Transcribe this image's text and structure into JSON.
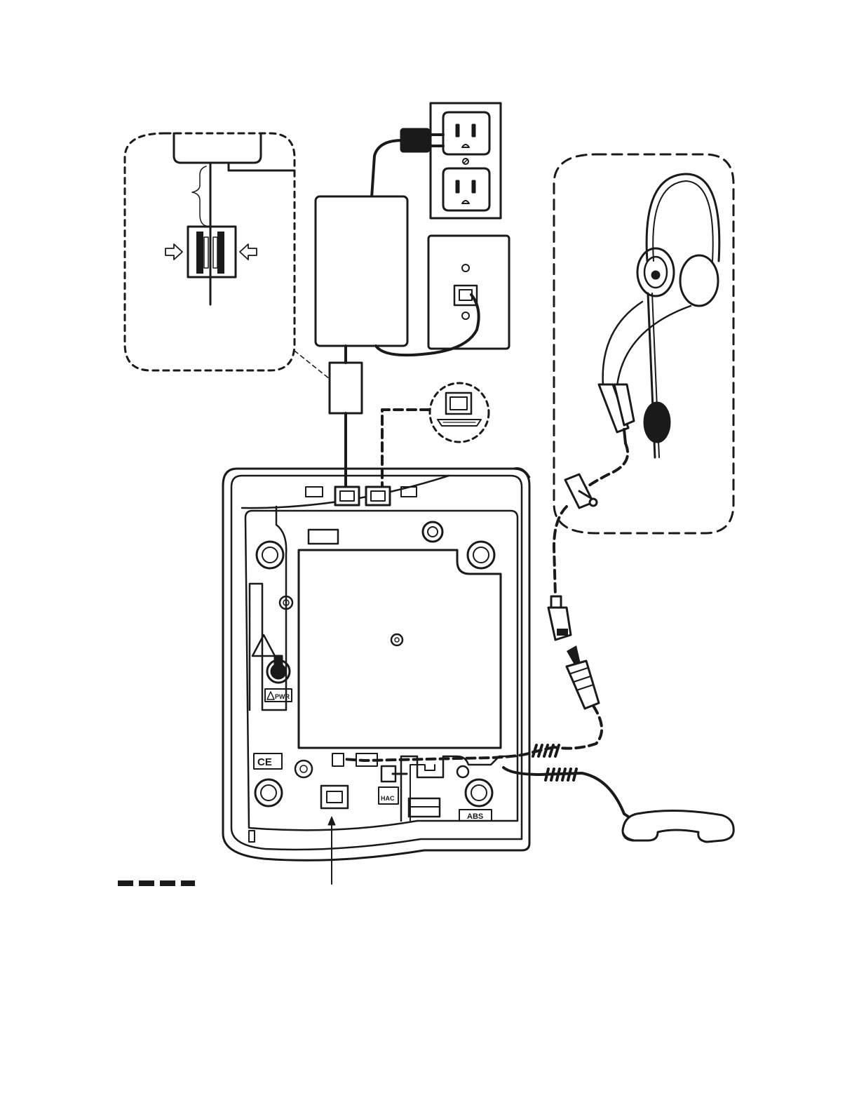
{
  "diagram": {
    "ink_color": "#1a1a1a",
    "background_color": "#ffffff",
    "labels": {
      "pwr": "PWR",
      "hac": "HAC",
      "abs": "ABS",
      "ce": "CE"
    },
    "icons": [
      "telephone-base-icon",
      "ferrite-core-icon",
      "power-adapter-icon",
      "wall-outlet-icon",
      "wall-phone-jack-icon",
      "computer-icon",
      "headset-icon",
      "headset-connector-icon",
      "handset-icon",
      "legend-dashed-line-icon"
    ]
  }
}
